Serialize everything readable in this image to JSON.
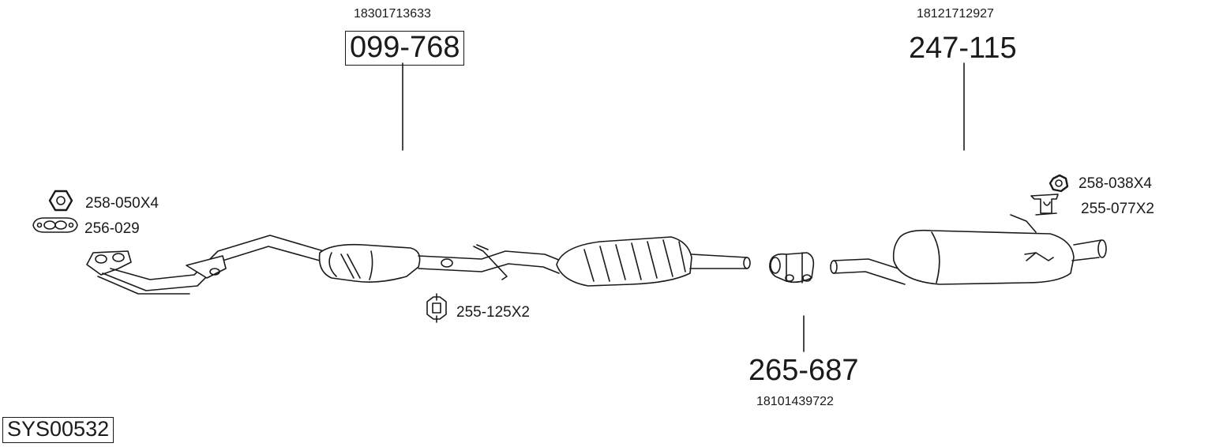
{
  "system_code": "SYS00532",
  "parts": {
    "front_pipe": {
      "oem": "18301713633",
      "number": "099-768"
    },
    "rear_muffler": {
      "oem": "18121712927",
      "number": "247-115"
    },
    "clamp": {
      "oem": "18101439722",
      "number": "265-687"
    }
  },
  "hardware": {
    "nut_front": "258-050X4",
    "gasket": "256-029",
    "hanger_mid": "255-125X2",
    "nut_rear": "258-038X4",
    "hanger_rear": "255-077X2"
  },
  "icons": {
    "nut": "hex-nut-icon",
    "gasket": "gasket-icon",
    "hanger": "rubber-hanger-icon"
  }
}
